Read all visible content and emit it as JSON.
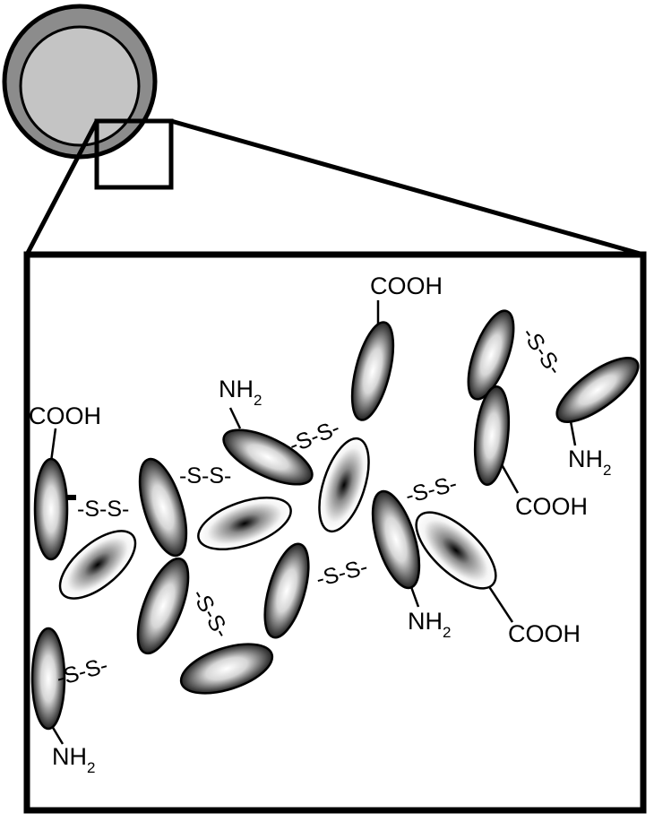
{
  "labels": {
    "cooh": "COOH",
    "nh": "NH",
    "nh_sub": "2",
    "ss": "-S-S-"
  }
}
